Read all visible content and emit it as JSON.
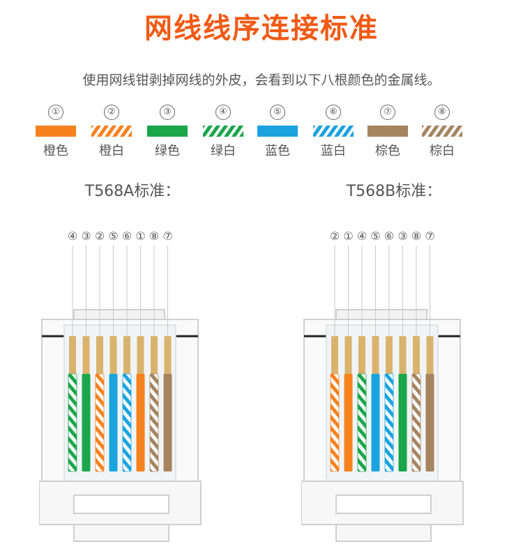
{
  "title": "网线线序连接标准",
  "subtitle": "使用网线钳剥掉网线的外皮，会看到以下八根颜色的金属线。",
  "colors": {
    "title": "#f05a14",
    "orange": "#f5821f",
    "green": "#1aa64a",
    "blue": "#1ba3e0",
    "brown": "#a68460"
  },
  "legend": [
    {
      "num": "①",
      "label": "橙色",
      "color": "orange",
      "striped": false
    },
    {
      "num": "②",
      "label": "橙白",
      "color": "orange",
      "striped": true
    },
    {
      "num": "③",
      "label": "绿色",
      "color": "green",
      "striped": false
    },
    {
      "num": "④",
      "label": "绿白",
      "color": "green",
      "striped": true
    },
    {
      "num": "⑤",
      "label": "蓝色",
      "color": "blue",
      "striped": false
    },
    {
      "num": "⑥",
      "label": "蓝白",
      "color": "blue",
      "striped": true
    },
    {
      "num": "⑦",
      "label": "棕色",
      "color": "brown",
      "striped": false
    },
    {
      "num": "⑧",
      "label": "棕白",
      "color": "brown",
      "striped": true
    }
  ],
  "standards": [
    {
      "id": "a",
      "title": "T568A标准：",
      "order": [
        "④",
        "③",
        "②",
        "⑤",
        "⑥",
        "①",
        "⑧",
        "⑦"
      ]
    },
    {
      "id": "b",
      "title": "T568B标准：",
      "order": [
        "②",
        "①",
        "④",
        "⑤",
        "⑥",
        "③",
        "⑧",
        "⑦"
      ]
    }
  ]
}
